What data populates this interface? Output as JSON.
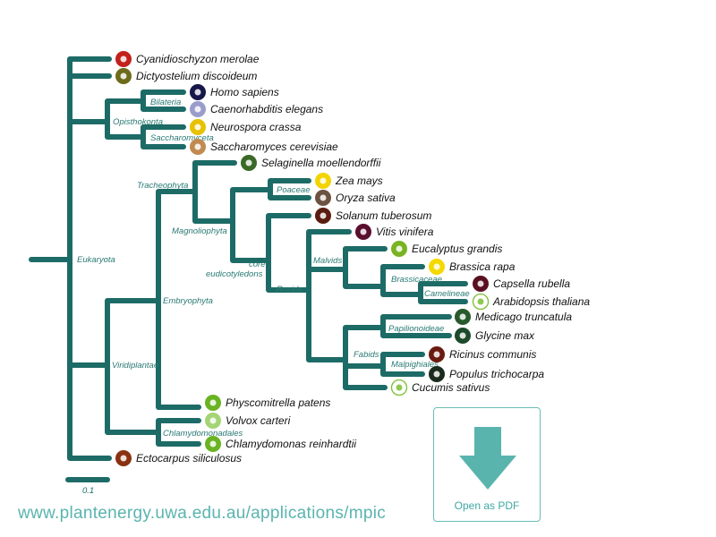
{
  "tree": {
    "clades": {
      "eukaryota": "Eukaryota",
      "opisthokonta": "Opisthokonta",
      "bilateria": "Bilateria",
      "saccharomyceta": "Saccharomyceta",
      "viridiplantae": "Viridiplantae",
      "embryophyta": "Embryophyta",
      "tracheophyta": "Tracheophyta",
      "magnoliophyta": "Magnoliophyta",
      "poaceae": "Poaceae",
      "core_eudicots_1": "core",
      "core_eudicots_2": "eudicotyledons",
      "rosids": "Rosids",
      "malvids": "Malvids",
      "brassicaceae": "Brassicaceae",
      "camelineae": "Camelineae",
      "fabids": "Fabids",
      "papilionoideae": "Papilionoideae",
      "malpighiales": "Malpighiales",
      "chlamydomonadales": "Chlamydomonadales"
    },
    "species": [
      {
        "name": "Cyanidioschyzon merolae",
        "color": "#c3201c"
      },
      {
        "name": "Dictyostelium discoideum",
        "color": "#6d6a1c"
      },
      {
        "name": "Homo sapiens",
        "color": "#17174a"
      },
      {
        "name": "Caenorhabditis elegans",
        "color": "#9a9dcb"
      },
      {
        "name": "Neurospora crassa",
        "color": "#e8c100"
      },
      {
        "name": "Saccharomyces cerevisiae",
        "color": "#c18a50"
      },
      {
        "name": "Selaginella moellendorffii",
        "color": "#3b6a28"
      },
      {
        "name": "Zea mays",
        "color": "#f2d400"
      },
      {
        "name": "Oryza sativa",
        "color": "#6c5241"
      },
      {
        "name": "Solanum tuberosum",
        "color": "#5a1d10"
      },
      {
        "name": "Vitis vinifera",
        "color": "#5a0f2f"
      },
      {
        "name": "Eucalyptus grandis",
        "color": "#7ab322"
      },
      {
        "name": "Brassica rapa",
        "color": "#f4d900"
      },
      {
        "name": "Capsella rubella",
        "color": "#5a0f20"
      },
      {
        "name": "Arabidopsis thaliana",
        "color": "#7ac030"
      },
      {
        "name": "Medicago truncatula",
        "color": "#285a2c"
      },
      {
        "name": "Glycine max",
        "color": "#1d4a2a"
      },
      {
        "name": "Ricinus communis",
        "color": "#6a1b10"
      },
      {
        "name": "Populus trichocarpa",
        "color": "#1a2a1c"
      },
      {
        "name": "Cucumis sativus",
        "color": "#7ac030"
      },
      {
        "name": "Physcomitrella patens",
        "color": "#6ab322"
      },
      {
        "name": "Volvox carteri",
        "color": "#a4d475"
      },
      {
        "name": "Chlamydomonas reinhardtii",
        "color": "#6ab322"
      },
      {
        "name": "Ectocarpus siliculosus",
        "color": "#8a3110"
      }
    ],
    "scale_label": "0.1"
  },
  "footer": {
    "url": "www.plantenergy.uwa.edu.au/applications/mpic",
    "pdf_button": "Open as PDF"
  },
  "colors": {
    "branch": "#1d6b66",
    "accent": "#5ab4ae"
  }
}
